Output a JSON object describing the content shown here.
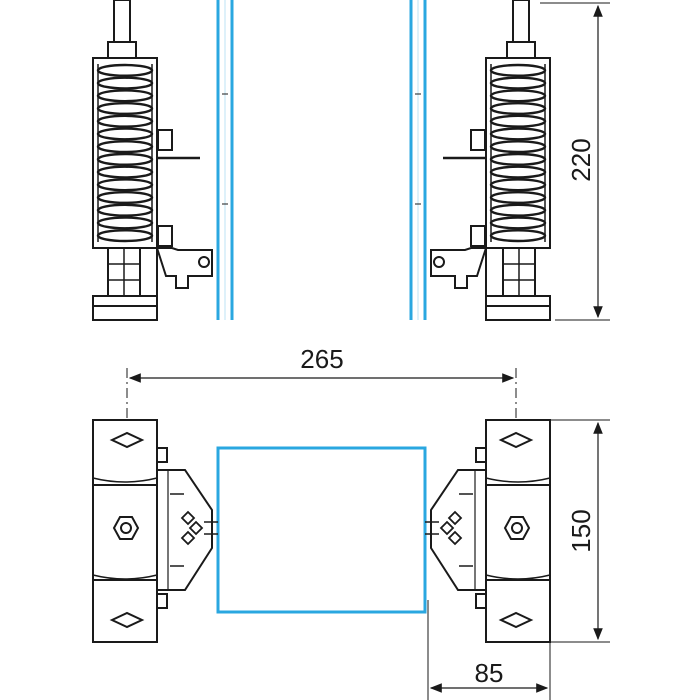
{
  "dimensions": {
    "height_top_view": "220",
    "width_spacing": "265",
    "height_bottom_view": "150",
    "depth": "85"
  },
  "colors": {
    "accent": "#2aa7e0",
    "line": "#1a1a1a",
    "background": "#ffffff"
  },
  "icons": {
    "spring": "coil-spring-icon",
    "nut": "hex-nut-icon",
    "mount_hole": "mounting-hole-icon"
  }
}
